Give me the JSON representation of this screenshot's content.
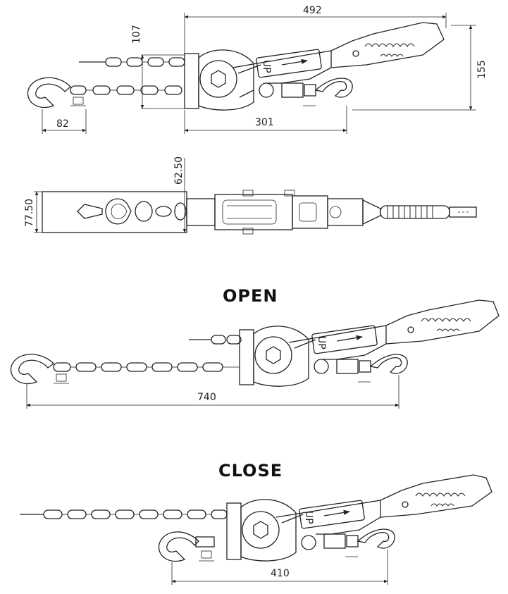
{
  "labels": {
    "open": "OPEN",
    "close": "CLOSE",
    "up": "UP"
  },
  "dimensions": {
    "overall_length": "492",
    "height": "107",
    "handle_height": "155",
    "hook_width": "82",
    "body_length": "301",
    "side_height": "62.50",
    "side_width": "77.50",
    "open_length": "740",
    "close_length": "410"
  }
}
